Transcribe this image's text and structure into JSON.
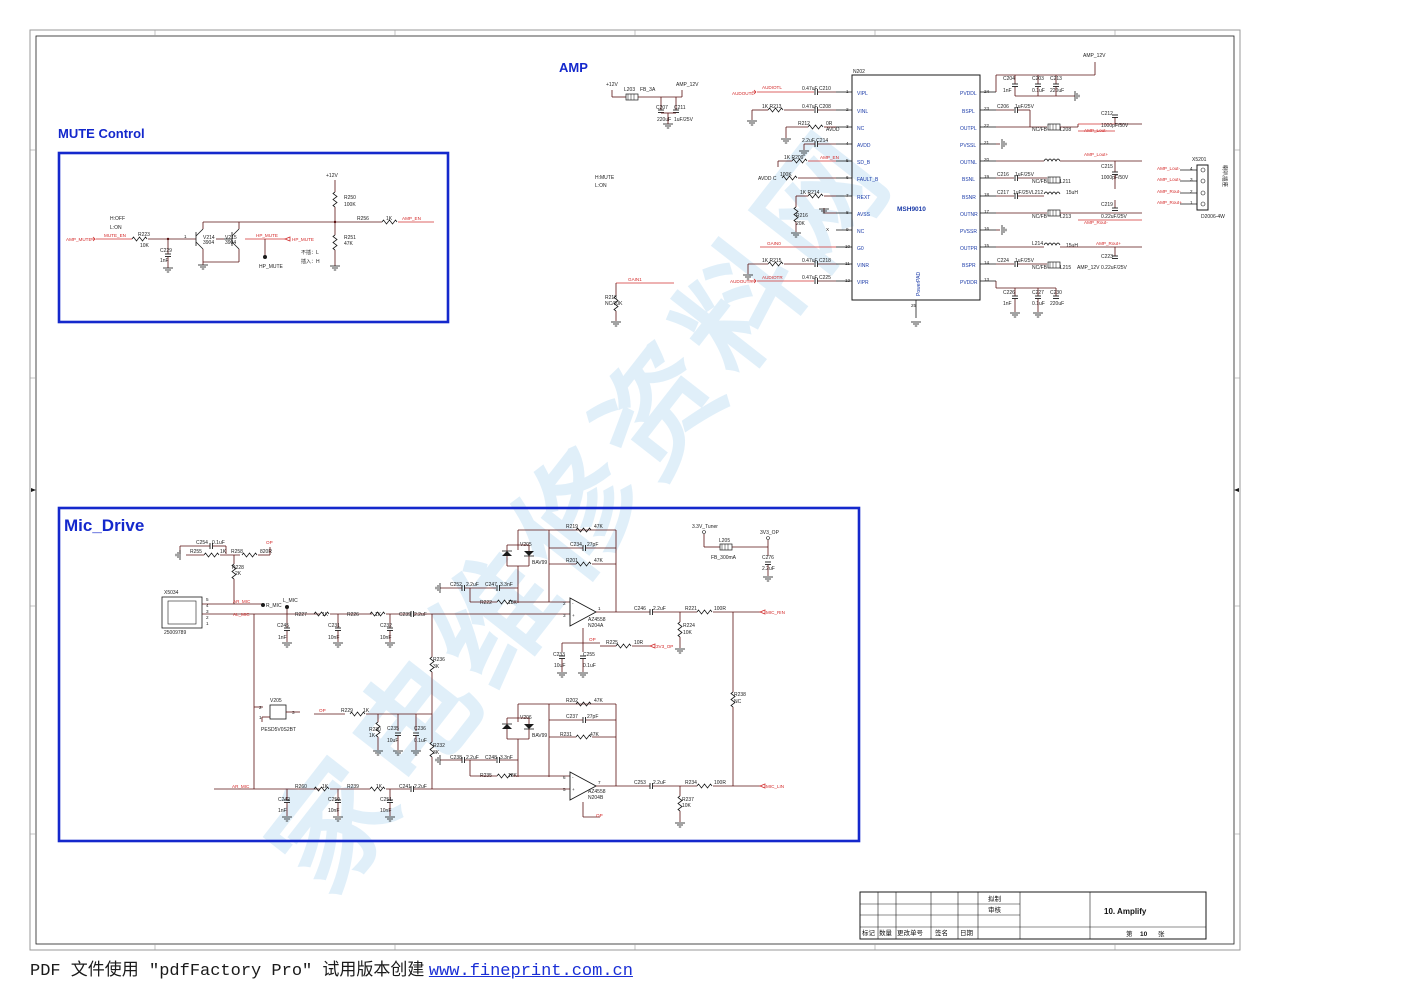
{
  "sections": {
    "amp": "AMP",
    "mute": "MUTE Control",
    "mic": "Mic_Drive"
  },
  "watermark": "家电维修资料网",
  "title_block": {
    "c1": "标记",
    "c2": "数量",
    "c3": "更改单号",
    "c4": "签名",
    "c5": "日期",
    "drafted": "拟制",
    "reviewed": "审核",
    "title": "10. Amplify",
    "sheet_prefix": "第",
    "sheet_num": "10",
    "sheet_suffix": "张"
  },
  "footer": {
    "text": "PDF 文件使用 \"pdfFactory Pro\" 试用版本创建",
    "link": "www.fineprint.com.cn"
  },
  "amp": {
    "chip_ref": "N202",
    "chip_name": "MSH9010",
    "pad": "PowerPAD",
    "pins_left": [
      {
        "num": "1",
        "name": "VIPL"
      },
      {
        "num": "2",
        "name": "VINL"
      },
      {
        "num": "3",
        "name": "NC"
      },
      {
        "num": "4",
        "name": "AVDD"
      },
      {
        "num": "5",
        "name": "SD_B"
      },
      {
        "num": "6",
        "name": "FAULT_B"
      },
      {
        "num": "7",
        "name": "REXT"
      },
      {
        "num": "8",
        "name": "AVSS"
      },
      {
        "num": "9",
        "name": "NC"
      },
      {
        "num": "10",
        "name": "G0"
      },
      {
        "num": "11",
        "name": "VINR"
      },
      {
        "num": "12",
        "name": "VIPR"
      }
    ],
    "pins_right": [
      {
        "num": "24",
        "name": "PVDDL"
      },
      {
        "num": "23",
        "name": "BSPL"
      },
      {
        "num": "22",
        "name": "OUTPL"
      },
      {
        "num": "21",
        "name": "PVSSL"
      },
      {
        "num": "20",
        "name": "OUTNL"
      },
      {
        "num": "19",
        "name": "BSNL"
      },
      {
        "num": "18",
        "name": "BSNR"
      },
      {
        "num": "17",
        "name": "OUTNR"
      },
      {
        "num": "16",
        "name": "PVSSR"
      },
      {
        "num": "15",
        "name": "OUTPR"
      },
      {
        "num": "14",
        "name": "BSPR"
      },
      {
        "num": "13",
        "name": "PVDDR"
      }
    ],
    "pin25": "25",
    "net_12v": "+12V",
    "l203": "L203",
    "fb3a": "FB_3A",
    "amp12v": "AMP_12V",
    "c207": "C207",
    "c207v": "220uF",
    "c211": "C211",
    "c211v": "1uF/25V",
    "mute_note1": "H:MUTE",
    "mute_note2": "L:ON",
    "audiotl": "AUDIOTL",
    "audoutl": "AUDOUTL",
    "audoutr": "AUDOUTR",
    "audiotr": "AUDIOTR",
    "c210": "0.47uF C210",
    "c208": "0.47uF C208",
    "c218": "0.47uF C218",
    "c225": "0.47uF C225",
    "r213": "1K R213",
    "r215": "1K R215",
    "r212": "R212",
    "r212v": "0R",
    "avdd": "AVDD",
    "c214": "2.2uF C214",
    "r209": "1K R209",
    "amp_en": "AMP_EN",
    "avdd_c": "AVDD C",
    "r100k": "100K",
    "r214": "1K R214",
    "r216": "R216",
    "r216v": "20K",
    "gain0": "GAIN0",
    "gain1": "GAIN1",
    "r218": "R218",
    "r218v": "NC/10K",
    "amp12v_top": "AMP_12V",
    "c204": "C204",
    "c204v": "1nF",
    "c203": "C203",
    "c203v": "0.1uF",
    "c213": "C213",
    "c213v": "220uF",
    "c206": "C206",
    "c206v": "1uF/25V",
    "ncfb1": "NC/FB",
    "l208": "L208",
    "c212": "C212",
    "c212v": "1000pF/50V",
    "amp_lout_p": "AMP_Lout+",
    "amp_lout_n": "AMP_Lout-",
    "c215": "C215",
    "c215v": "1000pF/50V",
    "c216": "C216",
    "c216v": "1uF/25V",
    "ncfb2": "NC/FB",
    "l211": "L211",
    "c217": "C217",
    "c217v": "1uF/25V",
    "l212": "L212",
    "uh15a": "15uH",
    "ncfb3": "NC/FB",
    "l213": "L213",
    "c219": "C219",
    "c219v": "0.22uF/25V",
    "amp_rout_n": "AMP_Rout-",
    "l214": "L214",
    "uh15b": "15uH",
    "amp_rout_p": "AMP_Rout+",
    "c224": "C224",
    "c224v": "1uF/25V",
    "ncfb4": "NC/FB",
    "l215": "L215",
    "amp12v_b": "AMP_12V",
    "c223": "C223",
    "c223v": "0.22uF/25V",
    "c226": "C226",
    "c226v": "1nF",
    "c227": "C227",
    "c227v": "0.1uF",
    "c230": "C230",
    "c230v": "220uF",
    "x5201": "X5201",
    "conn_pins": [
      {
        "num": "4",
        "net": "AMP_Lout-"
      },
      {
        "num": "3",
        "net": "AMP_Lout+"
      },
      {
        "num": "2",
        "net": "AMP_Rout-"
      },
      {
        "num": "1",
        "net": "AMP_Rout+"
      }
    ],
    "conn_part": "D2006-4W",
    "conn_note": "喇叭插座"
  },
  "mute": {
    "h_off": "H:OFF",
    "l_on": "L:ON",
    "amp_mute": "AMP_MUTE",
    "mute_en": "MUTE_EN",
    "r223": "R223",
    "r223v": "10K",
    "c229": "C229",
    "c229v": "1nF",
    "v214": "V214",
    "v214p": "3904",
    "v215": "V215",
    "v215p": "3904",
    "hp_mute": "HP_MUTE",
    "hp_mute_in": "HP_MUTE",
    "hp_mute_tp": "HP_MUTE",
    "p12v": "+12V",
    "r250": "R250",
    "r250v": "100K",
    "r256": "R256",
    "r256v": "1K",
    "amp_en": "AMP_EN",
    "r251": "R251",
    "r251v": "47K",
    "note1": "不插：L",
    "note2": "插入：H"
  },
  "mic": {
    "c254": "C254",
    "c254v": "0.1uF",
    "r255": "R255",
    "r255v": "1K",
    "r258": "R258",
    "r258v": "820R",
    "op_top": "OP",
    "r228": "R228",
    "r228v": "2K",
    "x5034": "X5034",
    "x5034p": "25009789",
    "jack_pins": [
      "5",
      "4",
      "3",
      "2",
      "1"
    ],
    "ar_mic_top": "AR_MIC",
    "r_mic": "R_MIC",
    "l_mic": "L_MIC",
    "al_mic": "AL_MIC",
    "r227": "R227",
    "r227v": "1K",
    "r226": "R226",
    "r226v": "1K",
    "c239": "C239",
    "c239v": "2.2uF",
    "c245": "C245",
    "c245v": "1nF",
    "c231": "C231",
    "c231v": "10nF",
    "c232": "C232",
    "c232v": "10nF",
    "c252": "C252",
    "c252v": "2.2uF",
    "c247": "C247",
    "c247v": "3.3nF",
    "r222": "R222",
    "r222v": "18K",
    "r219": "R219",
    "r219v": "47K",
    "v205": "V205",
    "c234": "C234",
    "c234v": "27pF",
    "bav99a": "BAV99",
    "r201": "R201",
    "r201v": "47K",
    "u_top": "AZ4558",
    "u_top_ref": "N204A",
    "c246": "C246",
    "c246v": "2.2uF",
    "r221": "R221",
    "r221v": "100R",
    "mic_rin": "MIC_RIN",
    "r224": "R224",
    "r224v": "10K",
    "op_mid": "OP",
    "r225": "R225",
    "r225v": "10R",
    "v3op_a": "3V3_OP",
    "c233": "C233",
    "c233v": "10uF",
    "c255": "C255",
    "c255v": "0.1uF",
    "r236": "R236",
    "r236v": "3K",
    "t33": "3.3V_Tuner",
    "v3op_b": "3V3_OP",
    "l205": "L205",
    "l205v": "FB_300mA",
    "c276": "C276",
    "c276v": "2.2uF",
    "v205b": "V205",
    "v205bp": "PESD5V0S2BT",
    "op_low": "OP",
    "r229": "R229",
    "r229v": "1K",
    "r230": "R230",
    "r230v": "1K",
    "c235": "C235",
    "c235v": "10uF",
    "c236": "C236",
    "c236v": "0.1uF",
    "r232": "R232",
    "r232v": "3K",
    "r202": "R202",
    "r202v": "47K",
    "v206": "V206",
    "c237": "C237",
    "c237v": "27pF",
    "bav99b": "BAV99",
    "r231": "R231",
    "r231v": "47K",
    "c238": "C238",
    "c238v": "2.2uF",
    "c248": "C248",
    "c248v": "3.3nF",
    "r235": "R235",
    "r235v": "18K",
    "u_bot": "AZ4558",
    "u_bot_ref": "N204B",
    "op_bot": "OP",
    "c253": "C253",
    "c253v": "2.2uF",
    "r234": "R234",
    "r234v": "100R",
    "mic_lin": "MIC_LIN",
    "r237": "R237",
    "r237v": "10K",
    "r238": "R238",
    "r238v": "NC",
    "ar_mic": "AR_MIC",
    "r260": "R260",
    "r260v": "1K",
    "r239": "R239",
    "r239v": "1K",
    "c241": "C241",
    "c241v": "2.2uF",
    "c242": "C242",
    "c242v": "1nF",
    "c250": "C250",
    "c250v": "10nF",
    "c251": "C251",
    "c251v": "10nF"
  }
}
